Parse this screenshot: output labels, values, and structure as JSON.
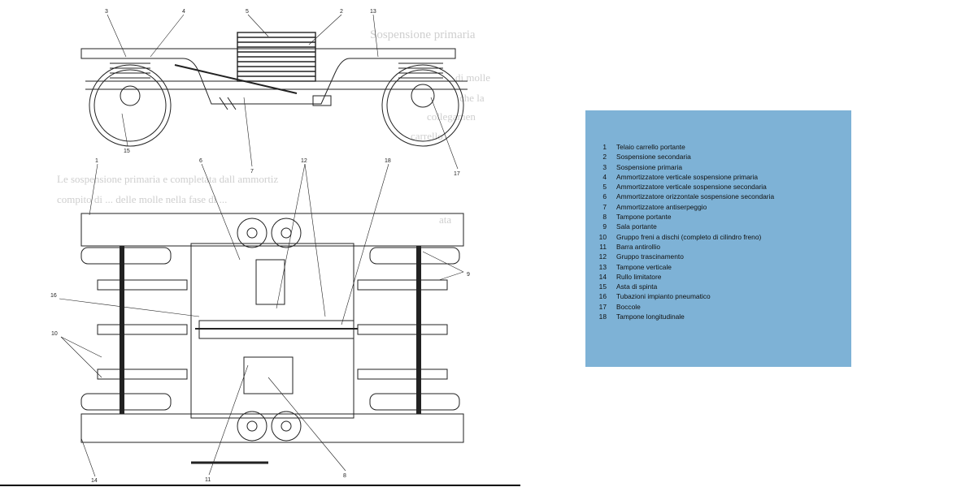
{
  "legend": {
    "items": [
      {
        "num": "1",
        "label": "Telaio carrello portante"
      },
      {
        "num": "2",
        "label": "Sospensione secondaria"
      },
      {
        "num": "3",
        "label": "Sospensione primaria"
      },
      {
        "num": "4",
        "label": "Ammortizzatore verticale sospensione primaria"
      },
      {
        "num": "5",
        "label": "Ammortizzatore verticale sospensione secondaria"
      },
      {
        "num": "6",
        "label": "Ammortizzatore orizzontale sospensione secondaria"
      },
      {
        "num": "7",
        "label": "Ammortizzatore antiserpeggio"
      },
      {
        "num": "8",
        "label": "Tampone portante"
      },
      {
        "num": "9",
        "label": "Sala portante"
      },
      {
        "num": "10",
        "label": "Gruppo freni a dischi (completo di cilindro freno)"
      },
      {
        "num": "11",
        "label": "Barra antirollio"
      },
      {
        "num": "12",
        "label": "Gruppo trascinamento"
      },
      {
        "num": "13",
        "label": "Tampone verticale"
      },
      {
        "num": "14",
        "label": "Rullo limitatore"
      },
      {
        "num": "15",
        "label": "Asta di spinta"
      },
      {
        "num": "16",
        "label": "Tubazioni impianto pneumatico"
      },
      {
        "num": "17",
        "label": "Boccole"
      },
      {
        "num": "18",
        "label": "Tampone longitudinale"
      }
    ]
  },
  "callouts": {
    "c1": "1",
    "c2": "2",
    "c3": "3",
    "c4": "4",
    "c5": "5",
    "c6": "6",
    "c7": "7",
    "c8": "8",
    "c9": "9",
    "c10": "10",
    "c11": "11",
    "c12": "12",
    "c13": "13",
    "c14": "14",
    "c15": "15",
    "c16": "16",
    "c17": "17",
    "c18": "18"
  },
  "background_text": {
    "heading": "Sospensione primaria",
    "line1": "di molle",
    "line2": "che la",
    "line3": "collegamen",
    "line4": "carrello",
    "line5": "Le sospensione primaria e completata dall ammortiz",
    "line6": "compito di ... delle molle nella fase di ...",
    "line7": "ata"
  }
}
